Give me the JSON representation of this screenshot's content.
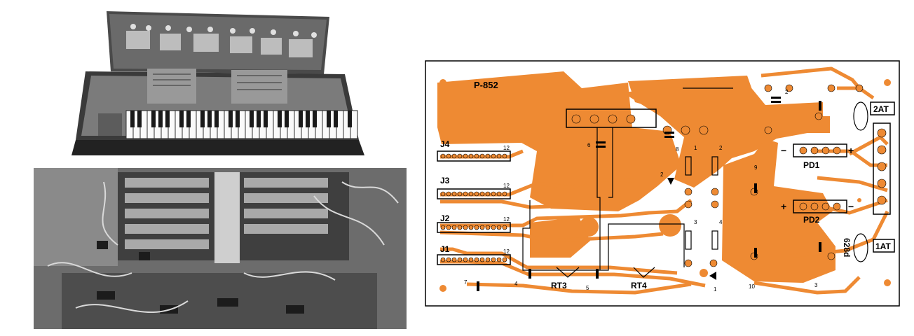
{
  "pcb": {
    "board_id": "P-852",
    "connectors": [
      "J4",
      "J3",
      "J2",
      "J1"
    ],
    "connector_pins": [
      "12",
      "12",
      "12",
      "12"
    ],
    "trim_pots": [
      "PD1",
      "PD2"
    ],
    "fuses": [
      "2AT",
      "1AT"
    ],
    "thermistors": [
      "RT3",
      "RT4"
    ],
    "mirrored_label": "628d",
    "polarity": {
      "minus": "−",
      "plus": "+"
    },
    "component_numbers": [
      "2",
      "6",
      "8",
      "1",
      "2",
      "2",
      "9",
      "3",
      "4",
      "7",
      "4",
      "5",
      "1",
      "10",
      "3"
    ]
  },
  "colors": {
    "copper": "#ee8a33",
    "board": "#ffffff",
    "outline": "#000000"
  }
}
